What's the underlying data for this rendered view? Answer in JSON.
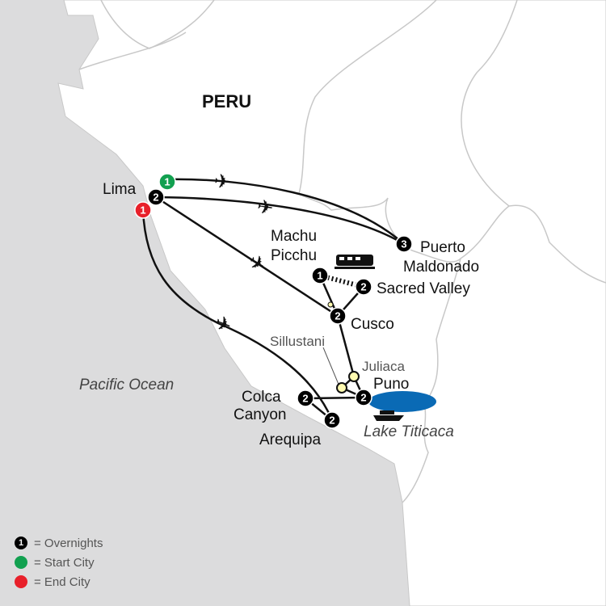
{
  "map": {
    "country_label": "PERU",
    "ocean_label": "Pacific Ocean",
    "lake_label": "Lake Titicaca",
    "colors": {
      "sea": "#dcdcdd",
      "land": "#ffffff",
      "lake": "#0a6ab5",
      "start": "#12a050",
      "end": "#e8202a",
      "overnight": "#000000",
      "waypoint": "#fffab0"
    },
    "cities": {
      "lima": {
        "name": "Lima",
        "start_nights": "1",
        "nights": "2",
        "end_nights": "1"
      },
      "puerto": {
        "name_line1": "Puerto",
        "name_line2": "Maldonado",
        "nights": "3"
      },
      "machu": {
        "name_line1": "Machu",
        "name_line2": "Picchu",
        "nights": "1"
      },
      "sacred": {
        "name": "Sacred Valley",
        "nights": "2"
      },
      "cusco": {
        "name": "Cusco",
        "nights": "2"
      },
      "puno": {
        "name": "Puno",
        "nights": "2"
      },
      "colca": {
        "name_line1": "Colca",
        "name_line2": "Canyon",
        "nights": "2"
      },
      "arequipa": {
        "name": "Arequipa",
        "nights": "2"
      }
    },
    "waypoints": {
      "sillustani": "Sillustani",
      "juliaca": "Juliaca"
    },
    "icons": [
      "plane-icon",
      "train-icon",
      "boat-icon"
    ]
  },
  "legend": {
    "overnights_sample": "1",
    "overnights": "= Overnights",
    "start": "= Start City",
    "end": "= End City"
  }
}
